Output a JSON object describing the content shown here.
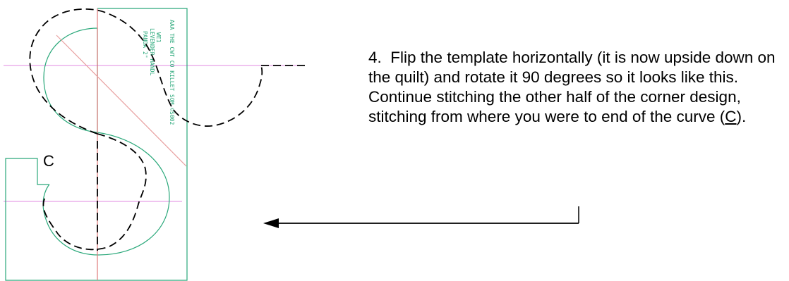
{
  "instruction": {
    "step_number": "4.",
    "text_before": "Flip the template horizontally (it is now upside down on the quilt) and rotate it 90 degrees so it looks like this.     Continue stitching the other half of the corner design, stitching from where you were to end of the curve (",
    "underlined": "C",
    "text_after": ")."
  },
  "marker_label": "C",
  "template_print": {
    "line1": "AAA THE CWT CO KILLET SOM ©S002",
    "line2": "LEVENDER HANDL",
    "line3": "PANDA 2\"",
    "line4": "WE1"
  },
  "colors": {
    "template_outline": "#2aa87a",
    "guide_line": "#e7a1e7",
    "center_line": "#e07a7a",
    "diagonal": "#e8a0a0",
    "stitch": "#000000"
  }
}
